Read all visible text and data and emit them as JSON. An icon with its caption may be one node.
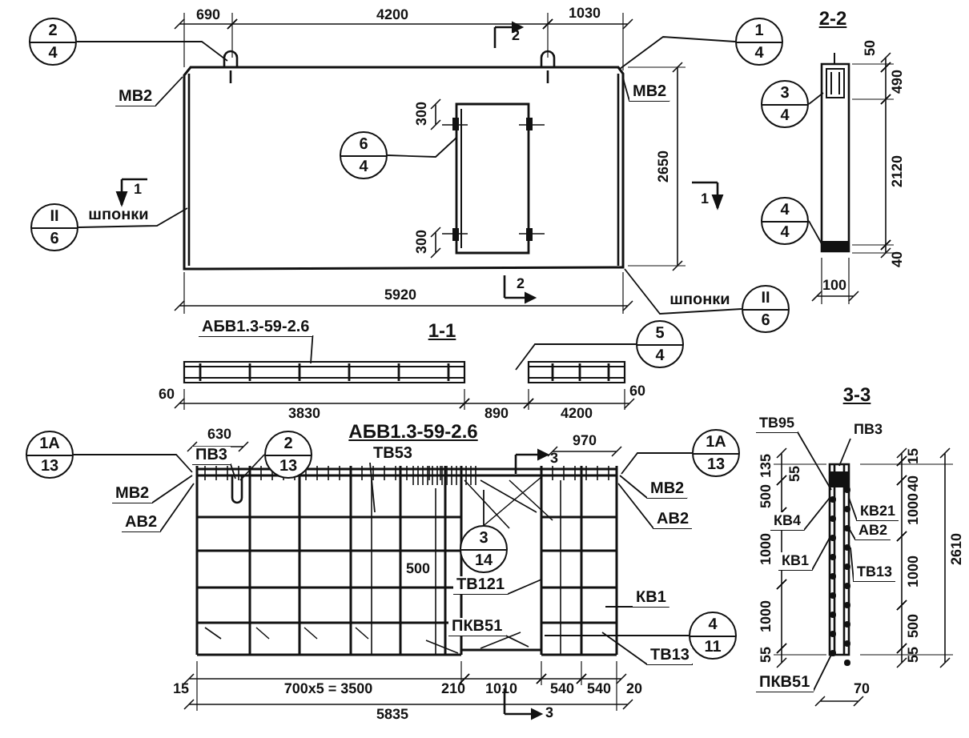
{
  "diagram": {
    "nodes": [
      {
        "text": [],
        "shape": "picture"
      },
      {
        "text": [],
        "shape": "picture"
      },
      {
        "text": [],
        "shape": "picture"
      },
      {
        "text": [],
        "shape": "picture"
      },
      {
        "text": [],
        "shape": "picture"
      },
      {
        "text": [
          "2",
          "4"
        ]
      },
      {
        "text": [
          "1",
          "4"
        ]
      },
      {
        "text": [
          "МВ2"
        ]
      },
      {
        "text": [
          "МВ2"
        ]
      },
      {
        "text": [
          "6",
          "4"
        ],
        "in": 0
      },
      {
        "text": [
          "II",
          "6"
        ]
      },
      {
        "text": [
          "3",
          "4"
        ]
      },
      {
        "text": [
          "4",
          "4"
        ]
      },
      {
        "text": [
          "II",
          "6"
        ]
      },
      {
        "text": [
          "АБВ1.3-59-2.6"
        ]
      },
      {
        "text": [
          "5",
          "4"
        ]
      },
      {
        "text": [
          "1А",
          "13"
        ]
      },
      {
        "text": [
          "2",
          "13"
        ]
      },
      {
        "text": [
          "ПВ3"
        ]
      },
      {
        "text": [
          "ТВ53"
        ]
      },
      {
        "text": [
          "1А",
          "13"
        ]
      },
      {
        "text": [
          "МВ2"
        ]
      },
      {
        "text": [
          "АВ2"
        ]
      },
      {
        "text": [
          "МВ2"
        ]
      },
      {
        "text": [
          "АВ2"
        ]
      },
      {
        "text": [
          "3",
          "14"
        ],
        "in": 3
      },
      {
        "text": [
          "ТВ121"
        ],
        "in": 3
      },
      {
        "text": [
          "КВ1"
        ]
      },
      {
        "text": [
          "ПКВ51"
        ],
        "in": 3
      },
      {
        "text": [
          "4",
          "11"
        ]
      },
      {
        "text": [
          "ТВ13"
        ]
      },
      {
        "text": [
          "ТВ95"
        ]
      },
      {
        "text": [
          "ПВ3"
        ]
      },
      {
        "text": [
          "КВ4"
        ]
      },
      {
        "text": [
          "КВ21"
        ]
      },
      {
        "text": [
          "АВ2"
        ]
      },
      {
        "text": [
          "КВ1"
        ]
      },
      {
        "text": [
          "ТВ13"
        ]
      },
      {
        "text": [
          "ПКВ51"
        ]
      }
    ],
    "edges": [
      {
        "from": 5,
        "to": 0,
        "arrow": "none"
      },
      {
        "from": 6,
        "to": 0,
        "arrow": "none"
      },
      {
        "from": 7,
        "to": 0,
        "arrow": "none"
      },
      {
        "from": 8,
        "to": 0,
        "arrow": "none"
      },
      {
        "from": 9,
        "to": 0,
        "arrow": "none"
      },
      {
        "from": 10,
        "to": 0,
        "arrow": "none"
      },
      {
        "from": 11,
        "to": 1,
        "arrow": "none"
      },
      {
        "from": 12,
        "to": 1,
        "arrow": "none"
      },
      {
        "from": 13,
        "to": 0,
        "arrow": "none"
      },
      {
        "from": 14,
        "to": 2,
        "arrow": "none"
      },
      {
        "from": 15,
        "to": 2,
        "arrow": "none"
      },
      {
        "from": 16,
        "to": 3,
        "arrow": "none"
      },
      {
        "from": 17,
        "to": 3,
        "arrow": "none"
      },
      {
        "from": 18,
        "to": 3,
        "arrow": "none"
      },
      {
        "from": 19,
        "to": 3,
        "arrow": "none"
      },
      {
        "from": 20,
        "to": 3,
        "arrow": "none"
      },
      {
        "from": 21,
        "to": 3,
        "arrow": "none"
      },
      {
        "from": 22,
        "to": 3,
        "arrow": "none"
      },
      {
        "from": 23,
        "to": 3,
        "arrow": "none"
      },
      {
        "from": 24,
        "to": 3,
        "arrow": "none"
      },
      {
        "from": 25,
        "to": 3,
        "arrow": "none"
      },
      {
        "from": 26,
        "to": 3,
        "arrow": "none"
      },
      {
        "from": 27,
        "to": 3,
        "arrow": "none"
      },
      {
        "from": 28,
        "to": 3,
        "arrow": "none"
      },
      {
        "from": 29,
        "to": 3,
        "arrow": "none"
      },
      {
        "from": 30,
        "to": 3,
        "arrow": "none"
      },
      {
        "from": 31,
        "to": 4,
        "arrow": "none"
      },
      {
        "from": 32,
        "to": 4,
        "arrow": "none"
      },
      {
        "from": 33,
        "to": 4,
        "arrow": "none"
      },
      {
        "from": 34,
        "to": 4,
        "arrow": "none"
      },
      {
        "from": 35,
        "to": 4,
        "arrow": "none"
      },
      {
        "from": 36,
        "to": 4,
        "arrow": "none"
      },
      {
        "from": 37,
        "to": 4,
        "arrow": "none"
      },
      {
        "from": 38,
        "to": 4,
        "arrow": "none"
      }
    ],
    "labels": [
      "690",
      "4200",
      "1030",
      "2",
      "1",
      "шпонки",
      "300",
      "300",
      "2650",
      "1",
      "шпонки",
      "2",
      "5920",
      "2-2",
      "50",
      "490",
      "2120",
      "40",
      "100",
      "1-1",
      "60",
      "3830",
      "890",
      "4200",
      "60",
      "630",
      "АБВ1.3-59-2.6",
      "970",
      "3",
      "3-3",
      "135",
      "500",
      "55",
      "15",
      "40",
      "1000",
      "1000",
      "1000",
      "1000",
      "500",
      "55",
      "55",
      "2610",
      "500",
      "15",
      "700x5 = 3500",
      "210",
      "1010",
      "540",
      "540",
      "20",
      "5835",
      "3",
      "70"
    ]
  }
}
